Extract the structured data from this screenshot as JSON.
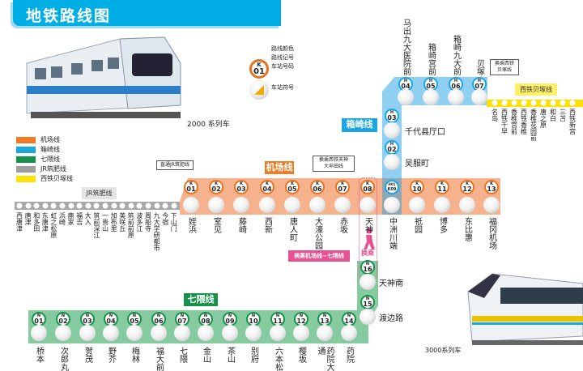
{
  "title": "地铁路线图",
  "trains": {
    "top_caption": "2000 系列车",
    "bottom_caption": "3000系列车"
  },
  "key": {
    "badge_letter": "K",
    "badge_num": "01",
    "line_color": "路线颜色",
    "line_code": "路线记号",
    "station_num": "车站号码",
    "station_symbol": "车站符号"
  },
  "legend": [
    {
      "label": "机场线",
      "color": "#EE7A23"
    },
    {
      "label": "箱崎线",
      "color": "#1CA6E0"
    },
    {
      "label": "七隈线",
      "color": "#17924A"
    },
    {
      "label": "JR筑肥线",
      "color": "#9E9E9E"
    },
    {
      "label": "西铁贝塚线",
      "color": "#FFE100"
    }
  ],
  "labels": {
    "airport": "机场线",
    "hakozaki": "箱崎线",
    "nanakuma": "七隈线",
    "jr": "JR筑肥线",
    "nishitetsu": "西铁贝塚线",
    "callout_jr": "直通JR筑肥线",
    "callout_tenjin": "换乘西铁天神\n大牟田线",
    "callout_kaizuka": "换乘西铁\n贝塚线",
    "transfer": "换乘",
    "transfer_label": "换乘机场线~七隈线"
  },
  "colors": {
    "airport_band": "#F5B28C",
    "airport_accent": "#E8731E",
    "hakozaki_band": "#8FD0F2",
    "hakozaki_accent": "#1CA6E0",
    "nanakuma_band": "#86CBA0",
    "nanakuma_accent": "#17924A",
    "jr_band": "#A8A8A8",
    "nishitetsu_band": "#FFE100",
    "transfer_pink": "#E8508F"
  },
  "airport": [
    {
      "l": "K",
      "n": "01",
      "name": "姪浜",
      "c": "#F2A900"
    },
    {
      "l": "K",
      "n": "02",
      "name": "室见",
      "c": "#1A8FD6"
    },
    {
      "l": "K",
      "n": "03",
      "name": "藤崎",
      "c": "#8E4A9E"
    },
    {
      "l": "K",
      "n": "04",
      "name": "西新",
      "c": "#EE6A1E"
    },
    {
      "l": "K",
      "n": "05",
      "name": "唐人町",
      "c": "#A0522D"
    },
    {
      "l": "K",
      "n": "06",
      "name": "大濠公园",
      "c": "#E8508F"
    },
    {
      "l": "K",
      "n": "07",
      "name": "赤坂",
      "c": "#D7282F"
    },
    {
      "l": "K",
      "n": "08",
      "name": "天神",
      "c": "#4E9A2B"
    },
    {
      "l": "H01",
      "n": "K09",
      "name": "中洲川端",
      "c": "#1E5BB8"
    },
    {
      "l": "K",
      "n": "10",
      "name": "祇园",
      "c": "#D7282F"
    },
    {
      "l": "K",
      "n": "11",
      "name": "博多",
      "c": "#C2187A"
    },
    {
      "l": "K",
      "n": "12",
      "name": "东比惠",
      "c": "#E08A10"
    },
    {
      "l": "K",
      "n": "13",
      "name": "福冈机场",
      "c": "#1A7CC4"
    }
  ],
  "hakozaki_top": [
    {
      "l": "H",
      "n": "04",
      "name": "马出九大医院前",
      "c": "#1A6FC4"
    },
    {
      "l": "H",
      "n": "05",
      "name": "箱崎宫前",
      "c": "#888888"
    },
    {
      "l": "H",
      "n": "06",
      "name": "箱崎九大前",
      "c": "#3A9A3A"
    },
    {
      "l": "H",
      "n": "07",
      "name": "贝塚",
      "c": "#B07A20"
    }
  ],
  "hakozaki_side": [
    {
      "l": "H",
      "n": "03",
      "name": "千代县厅口",
      "c": "#C2187A"
    },
    {
      "l": "H",
      "n": "02",
      "name": "吴服町",
      "c": "#4E8A3A"
    }
  ],
  "nanakuma": [
    {
      "l": "N",
      "n": "01",
      "name": "桥本",
      "c": "#F2A900"
    },
    {
      "l": "N",
      "n": "02",
      "name": "次郎丸",
      "c": "#1A5FB0"
    },
    {
      "l": "N",
      "n": "03",
      "name": "贺茂",
      "c": "#7A4AA0"
    },
    {
      "l": "N",
      "n": "04",
      "name": "野芥",
      "c": "#B0502A"
    },
    {
      "l": "N",
      "n": "05",
      "name": "梅林",
      "c": "#E8508F"
    },
    {
      "l": "N",
      "n": "06",
      "name": "福大前",
      "c": "#1A3F8A"
    },
    {
      "l": "N",
      "n": "07",
      "name": "七隈",
      "c": "#7A50B0"
    },
    {
      "l": "N",
      "n": "08",
      "name": "金山",
      "c": "#F29A10"
    },
    {
      "l": "N",
      "n": "09",
      "name": "茶山",
      "c": "#3A8A2A"
    },
    {
      "l": "N",
      "n": "10",
      "name": "别府",
      "c": "#1A5FB0"
    },
    {
      "l": "N",
      "n": "11",
      "name": "六本松",
      "c": "#2A8A3A"
    },
    {
      "l": "N",
      "n": "12",
      "name": "樱坂",
      "c": "#E8508F"
    },
    {
      "l": "N",
      "n": "13",
      "name": "药院大通",
      "c": "#F2A900"
    },
    {
      "l": "N",
      "n": "14",
      "name": "药院",
      "c": "#4E9A2B"
    }
  ],
  "nanakuma_side": [
    {
      "l": "N",
      "n": "16",
      "name": "天神南",
      "c": "#E8508F"
    },
    {
      "l": "N",
      "n": "15",
      "name": "渡边路",
      "c": "#A0402A"
    }
  ],
  "jr": [
    "西唐津",
    "唐津",
    "和多田",
    "东唐津",
    "虹之松原",
    "浜崎",
    "鹿家",
    "福吉",
    "大入",
    "筑前深江",
    "一贵山",
    "加布里",
    "美咲丘",
    "筑前前原",
    "波多江",
    "周船寺",
    "九大学研都市",
    "今宿",
    "下山门"
  ],
  "nishitetsu": [
    "名岛",
    "西铁千早",
    "香椎宫前",
    "西铁香椎",
    "香椎花园前",
    "唐之原",
    "和白",
    "三苫",
    "西铁新宫"
  ]
}
